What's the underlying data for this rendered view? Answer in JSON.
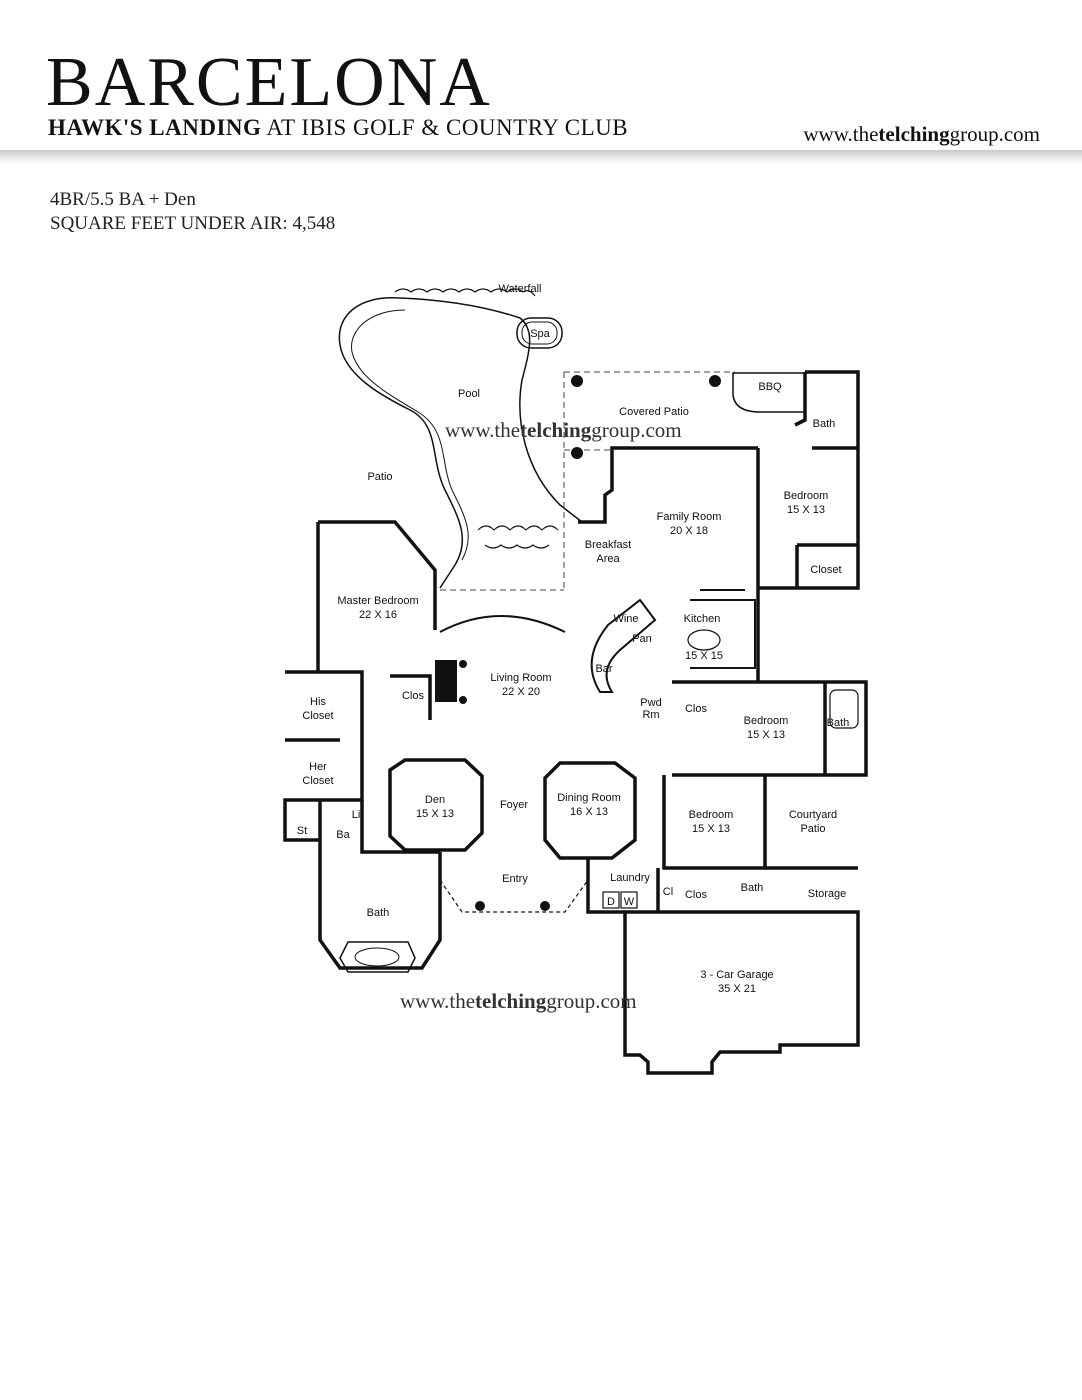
{
  "header": {
    "title": "BARCELONA",
    "subtitle_bold": "HAWK'S LANDING",
    "subtitle_rest": " AT IBIS GOLF & COUNTRY CLUB",
    "website_pre": "www.the",
    "website_bold": "telching",
    "website_post": "group.com"
  },
  "specs": {
    "beds_baths": "4BR/5.5 BA + Den",
    "square_feet": "SQUARE FEET UNDER AIR: 4,548"
  },
  "watermark": {
    "pre": "www.the",
    "bold": "telching",
    "post": "group.com"
  },
  "rooms": {
    "waterfall": "Waterfall",
    "spa": "Spa",
    "pool": "Pool",
    "patio": "Patio",
    "covered_patio": "Covered Patio",
    "bbq": "BBQ",
    "bath_ne": "Bath",
    "bedroom_ne": "Bedroom",
    "bedroom_ne_size": "15  X  13",
    "closet_ne": "Closet",
    "family_room": "Family Room",
    "family_room_size": "20  X  18",
    "breakfast_1": "Breakfast",
    "breakfast_2": "Area",
    "kitchen": "Kitchen",
    "kitchen_size": "15  X  15",
    "wine": "Wine",
    "pan": "Pan",
    "bar": "Bar",
    "master_bedroom": "Master Bedroom",
    "master_bedroom_size": "22  X  16",
    "his_closet_1": "His",
    "his_closet_2": "Closet",
    "her_closet_1": "Her",
    "her_closet_2": "Closet",
    "st": "St",
    "li": "Li",
    "ba": "Ba",
    "clos_master": "Clos",
    "living_room": "Living Room",
    "living_room_size": "22  X  20",
    "pwd_rm_1": "Pwd",
    "pwd_rm_2": "Rm",
    "clos_east": "Clos",
    "bedroom_e": "Bedroom",
    "bedroom_e_size": "15  X  13",
    "bath_e": "Bath",
    "den": "Den",
    "den_size": "15  X  13",
    "foyer": "Foyer",
    "dining_room": "Dining Room",
    "dining_room_size": "16  X  13",
    "bedroom_se": "Bedroom",
    "bedroom_se_size": "15  X  13",
    "courtyard_1": "Courtyard",
    "courtyard_2": "Patio",
    "entry": "Entry",
    "laundry": "Laundry",
    "d": "D",
    "w": "W",
    "cl": "Cl",
    "clos_se": "Clos",
    "bath_se": "Bath",
    "storage": "Storage",
    "master_bath": "Bath",
    "garage": "3 - Car Garage",
    "garage_size": "35  X  21"
  }
}
